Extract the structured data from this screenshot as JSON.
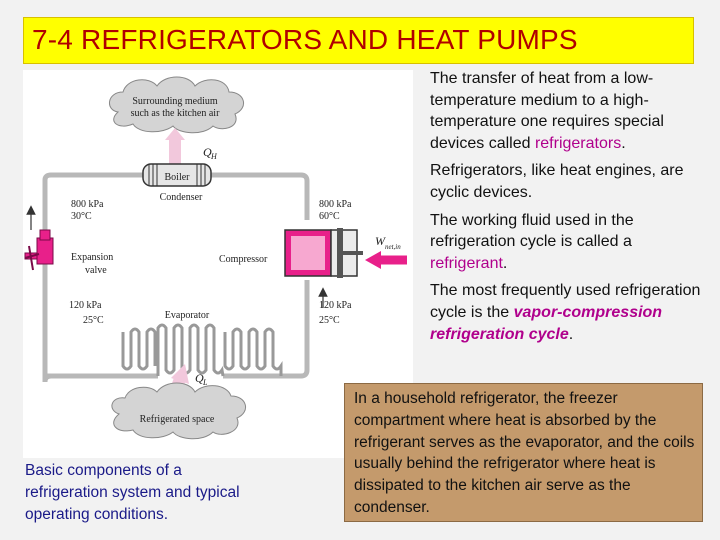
{
  "slide": {
    "title": "7-4 REFRIGERATORS AND HEAT PUMPS",
    "caption": "Basic components of a refrigeration system and typical operating conditions.",
    "bullets": [
      {
        "parts": [
          {
            "text": "The transfer of heat from a low-temperature medium to a high-temperature one requires special devices called ",
            "style": "plain"
          },
          {
            "text": "refrigerators",
            "style": "hl"
          },
          {
            "text": ".",
            "style": "plain"
          }
        ]
      },
      {
        "parts": [
          {
            "text": "Refrigerators, like heat engines, are cyclic devices.",
            "style": "plain"
          }
        ]
      },
      {
        "parts": [
          {
            "text": "The working fluid used in the refrigeration cycle is called a ",
            "style": "plain"
          },
          {
            "text": "refrigerant",
            "style": "hl"
          },
          {
            "text": ".",
            "style": "plain"
          }
        ]
      },
      {
        "parts": [
          {
            "text": "The most frequently used refrigeration cycle is the ",
            "style": "plain"
          },
          {
            "text": "vapor-compression refrigeration cycle",
            "style": "hli"
          },
          {
            "text": ".",
            "style": "plain"
          }
        ]
      }
    ],
    "note": "In a household refrigerator, the freezer compartment where heat is absorbed by the refrigerant serves as the evaporator, and the coils usually behind the refrigerator where heat is dissipated to the kitchen air serve as the condenser."
  },
  "diagram": {
    "cloud_top_line1": "Surrounding medium",
    "cloud_top_line2": "such as the kitchen air",
    "qh_main": "Q",
    "qh_sub": "H",
    "boiler": "Boiler",
    "condenser": "Condenser",
    "top_left_pressure": "800 kPa",
    "top_left_temp": "30°C",
    "top_right_pressure": "800 kPa",
    "top_right_temp": "60°C",
    "expansion_line1": "Expansion",
    "expansion_line2": "valve",
    "compressor": "Compressor",
    "w_main": "W",
    "w_sub": "net,in",
    "bottom_left_pressure": "120 kPa",
    "bottom_left_temp": "25°C",
    "bottom_right_pressure": "120 kPa",
    "bottom_right_temp": "25°C",
    "evaporator": "Evaporator",
    "ql_main": "Q",
    "ql_sub": "L",
    "cloud_bottom": "Refrigerated space",
    "colors": {
      "pink": "#e8208a",
      "pipe": "#c8c8c8",
      "cloud": "#d4d4d4"
    }
  }
}
